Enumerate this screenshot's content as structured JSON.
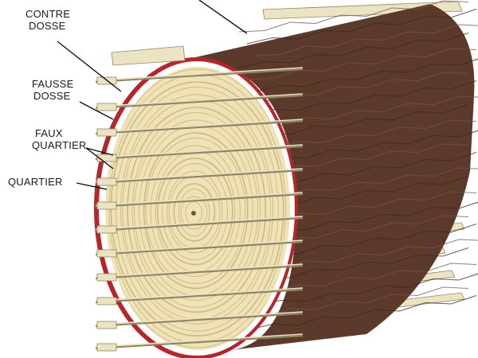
{
  "labels": {
    "contre_dosse": [
      "CONTRE",
      "DOSSE"
    ],
    "fausse_dosse": [
      "FAUSSE",
      "DOSSE"
    ],
    "faux_quartier": [
      "FAUX",
      "QUARTIER"
    ],
    "quartier": "QUARTIER"
  },
  "colors": {
    "bark": "#5b3a2c",
    "bark_dark": "#3e2519",
    "bark_light": "#7a5444",
    "wood": "#efe2b5",
    "ring": "#c9b98a",
    "cambium": "#ffffff",
    "red_edge": "#b4252c",
    "plank": "#ece3c2",
    "plank_edge": "#8f8666",
    "leader": "#111111"
  }
}
